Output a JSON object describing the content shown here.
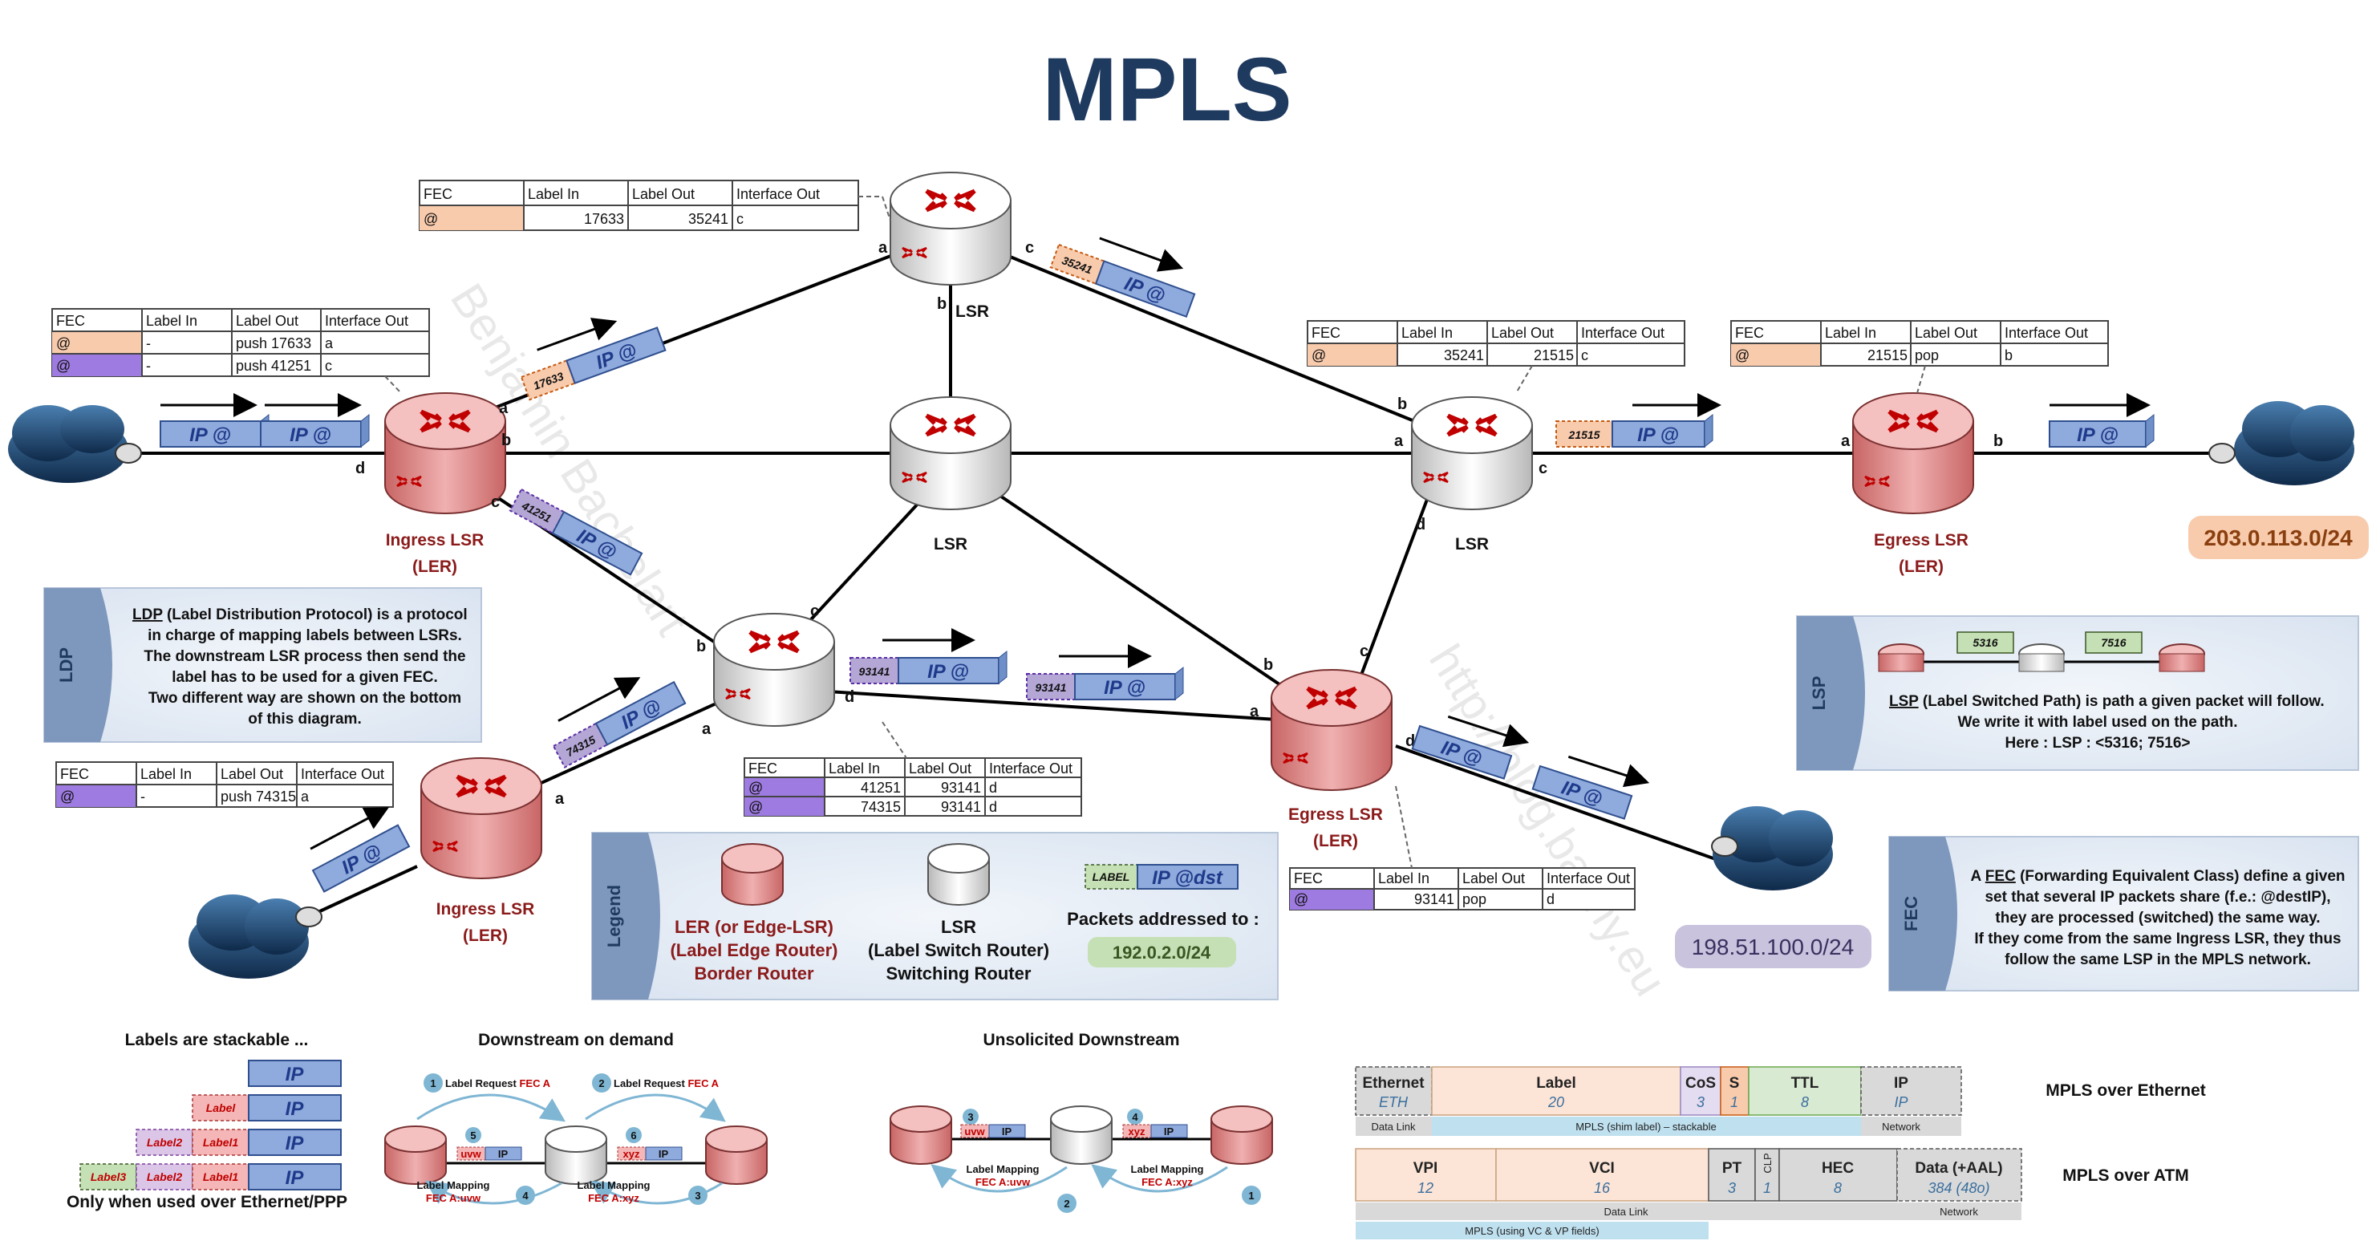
{
  "title": "MPLS",
  "colors": {
    "title": "#1f3a5f",
    "ler": "#e29090",
    "lsr": "#ffffff",
    "packet_ip": "#8faadc",
    "label_orange": "#f8cbad",
    "label_purple": "#b4a7d6",
    "label_green": "#c5e0b4",
    "info_box": "#dee7f3"
  },
  "routers": {
    "top_lsr": "LSR",
    "center_lsr": "LSR",
    "right_lsr": "LSR",
    "lower_lsr_label": "",
    "ingress_top": "Ingress LSR",
    "ingress_top_sub": "(LER)",
    "ingress_bottom": "Ingress LSR",
    "ingress_bottom_sub": "(LER)",
    "egress_right": "Egress LSR",
    "egress_right_sub": "(LER)",
    "egress_bottom": "Egress LSR",
    "egress_bottom_sub": "(LER)"
  },
  "ports": {
    "a": "a",
    "b": "b",
    "c": "c",
    "d": "d"
  },
  "tables": {
    "headers": [
      "FEC",
      "Label In",
      "Label Out",
      "Interface Out"
    ],
    "top_lsr": {
      "fec": "@",
      "label_in": "17633",
      "label_out": "35241",
      "iface": "c"
    },
    "ingress_top": [
      {
        "fec": "@",
        "label_in": "-",
        "label_out": "push 17633",
        "iface": "a"
      },
      {
        "fec": "@",
        "label_in": "-",
        "label_out": "push 41251",
        "iface": "c"
      }
    ],
    "right_lsr": {
      "fec": "@",
      "label_in": "35241",
      "label_out": "21515",
      "iface": "c"
    },
    "egress_right": {
      "fec": "@",
      "label_in": "21515",
      "label_out": "pop",
      "iface": "b"
    },
    "ingress_bottom": {
      "fec": "@",
      "label_in": "-",
      "label_out": "push 74315",
      "iface": "a"
    },
    "lower_lsr": [
      {
        "fec": "@",
        "label_in": "41251",
        "label_out": "93141",
        "iface": "d"
      },
      {
        "fec": "@",
        "label_in": "74315",
        "label_out": "93141",
        "iface": "d"
      }
    ],
    "egress_bottom": {
      "fec": "@",
      "label_in": "93141",
      "label_out": "pop",
      "iface": "d"
    }
  },
  "packets": {
    "ip": "IP @",
    "labels": {
      "l17633": "17633",
      "l35241": "35241",
      "l41251": "41251",
      "l21515": "21515",
      "l74315": "74315",
      "l93141a": "93141",
      "l93141b": "93141"
    }
  },
  "networks": {
    "right": "203.0.113.0/24",
    "bottom": "198.51.100.0/24"
  },
  "ldp_box": {
    "side": "LDP",
    "line1_abbr": "LDP",
    "line1_rest": " (Label Distribution Protocol) is a protocol",
    "line2": "in charge of mapping labels between LSRs.",
    "line3": "The downstream LSR process then send the",
    "line4": "label has to be used for a given FEC.",
    "line5": "Two different way are shown on the bottom",
    "line6": "of this diagram."
  },
  "lsp_box": {
    "side": "LSP",
    "label1": "5316",
    "label2": "7516",
    "line1_abbr": "LSP",
    "line1_rest": " (Label Switched Path) is path a given packet will follow.",
    "line2": "We write it with label used on the path.",
    "line3": "Here : LSP : <5316; 7516>"
  },
  "fec_box": {
    "side": "FEC",
    "line1_pre": "A ",
    "line1_abbr": "FEC",
    "line1_rest": " (Forwarding Equivalent Class) define a given",
    "line2": "set that several IP packets share (f.e.: @destIP),",
    "line3": "they are processed (switched) the same way.",
    "line4": "If they come from the same Ingress LSR, they thus",
    "line5": "follow the same LSP in the MPLS network."
  },
  "legend": {
    "side": "Legend",
    "ler_l1": "LER (or Edge-LSR)",
    "ler_l2": "(Label Edge Router)",
    "ler_l3": "Border Router",
    "lsr_l1": "LSR",
    "lsr_l2": "(Label Switch Router)",
    "lsr_l3": "Switching Router",
    "pkt_label": "LABEL",
    "pkt_ip": "IP @dst",
    "pkt_caption": "Packets addressed to :",
    "pkt_net": "192.0.2.0/24"
  },
  "stack": {
    "title": "Labels are stackable ...",
    "caption": "Only when used over Ethernet/PPP",
    "ip": "IP",
    "label": "Label",
    "label1": "Label1",
    "label2": "Label2",
    "label3": "Label3"
  },
  "dod": {
    "title": "Downstream on demand",
    "req1": "Label Request",
    "req1_fec": "FEC A",
    "req2": "Label Request",
    "req2_fec": "FEC A",
    "map1": "Label Mapping",
    "map1_fec": "FEC A:uvw",
    "map2": "Label Mapping",
    "map2_fec": "FEC A:xyz",
    "n1": "1",
    "n2": "2",
    "n3": "3",
    "n4": "4",
    "n5": "5",
    "n6": "6",
    "uvw": "uvw",
    "xyz": "xyz",
    "ip": "IP"
  },
  "ud": {
    "title": "Unsolicited Downstream",
    "map1": "Label Mapping",
    "map1_fec": "FEC A:uvw",
    "map2": "Label Mapping",
    "map2_fec": "FEC A:xyz",
    "n1": "1",
    "n2": "2",
    "n3": "3",
    "n4": "4",
    "uvw": "uvw",
    "xyz": "xyz",
    "ip": "IP"
  },
  "eth_header": {
    "caption": "MPLS over Ethernet",
    "eth": "Ethernet",
    "eth_i": "ETH",
    "label": "Label",
    "label_v": "20",
    "cos": "CoS",
    "cos_v": "3",
    "s": "S",
    "s_v": "1",
    "ttl": "TTL",
    "ttl_v": "8",
    "ip": "IP",
    "ip_i": "IP",
    "datalink": "Data Link",
    "shim": "MPLS (shim label) – stackable",
    "network": "Network"
  },
  "atm_header": {
    "caption": "MPLS over ATM",
    "vpi": "VPI",
    "vpi_v": "12",
    "vci": "VCI",
    "vci_v": "16",
    "pt": "PT",
    "pt_v": "3",
    "clp": "CLP",
    "clp_v": "1",
    "hec": "HEC",
    "hec_v": "8",
    "data": "Data (+AAL)",
    "data_v": "384 (48o)",
    "datalink": "Data Link",
    "network": "Network",
    "mpls": "MPLS (using VC & VP fields)"
  },
  "watermark": {
    "w1": "Benjamin Bachelart",
    "w2": "http://blog.bashy.eu"
  }
}
